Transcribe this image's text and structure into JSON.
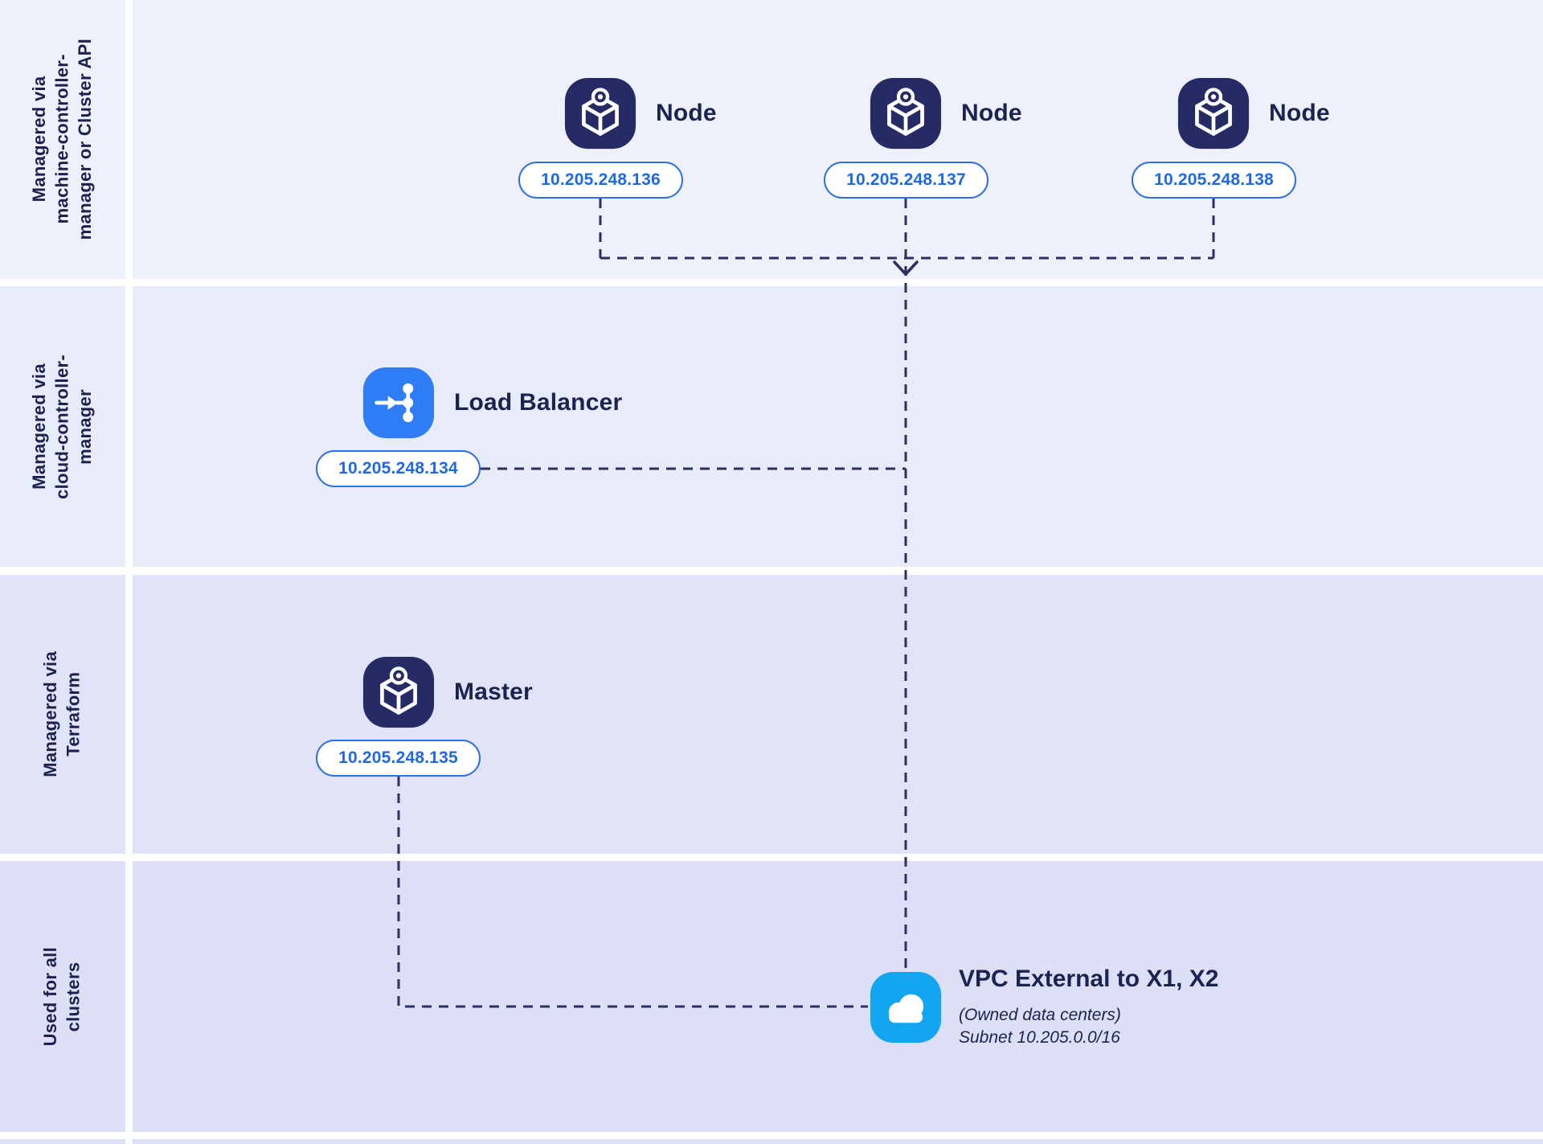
{
  "diagram": {
    "lanes": [
      {
        "label_lines": [
          "Managered via",
          "machine-controller-",
          "manager or Cluster API"
        ]
      },
      {
        "label_lines": [
          "Managered via",
          "cloud-controller-",
          "manager"
        ]
      },
      {
        "label_lines": [
          "Managered via",
          "Terraform"
        ]
      },
      {
        "label_lines": [
          "Used for all",
          "clusters"
        ]
      }
    ],
    "nodes": [
      {
        "label": "Node",
        "ip": "10.205.248.136",
        "icon": "cube-node-icon"
      },
      {
        "label": "Node",
        "ip": "10.205.248.137",
        "icon": "cube-node-icon"
      },
      {
        "label": "Node",
        "ip": "10.205.248.138",
        "icon": "cube-node-icon"
      }
    ],
    "load_balancer": {
      "label": "Load Balancer",
      "ip": "10.205.248.134",
      "icon": "load-balancer-icon"
    },
    "master": {
      "label": "Master",
      "ip": "10.205.248.135",
      "icon": "cube-node-icon"
    },
    "vpc": {
      "title": "VPC External to X1, X2",
      "subtitle": "(Owned data centers)",
      "subnet": "Subnet 10.205.0.0/16",
      "icon": "cloud-icon"
    },
    "colors": {
      "node_icon_bg": "#262b66",
      "load_balancer_icon_bg": "#2e7cf6",
      "cloud_icon_bg": "#14a5f0",
      "ip_pill_border": "#2f6fe4",
      "ip_pill_text": "#1f6ae0",
      "connector": "#2b3060",
      "lane_bg_top": "#eef0fb",
      "lane_bg_2": "#e8ebfa",
      "lane_bg_3": "#e1e4f8",
      "lane_bg_bottom": "#dcdff6",
      "label_text": "#1c2150"
    }
  }
}
